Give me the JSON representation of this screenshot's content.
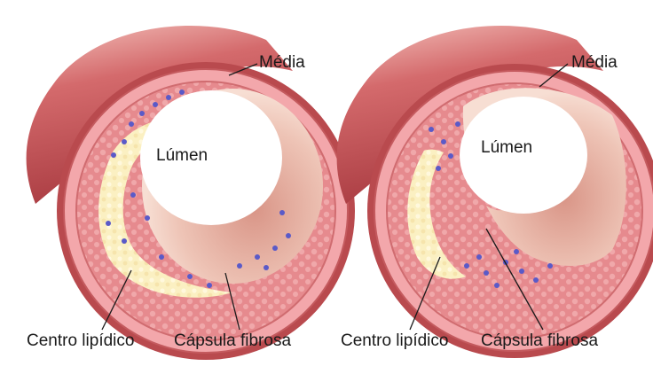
{
  "colors": {
    "outer_wall_dark": "#b8484c",
    "outer_wall_light": "#f1b0ac",
    "media_band": "#f3a7ab",
    "intima_tissue": "#e5878a",
    "lipid_core": "#fbf0c2",
    "lumen_inner_wall": "#e8b5a8",
    "cells": "#5a5ac8"
  },
  "vessel_left": {
    "media_label": "Média",
    "lumen_label": "Lúmen",
    "lipid_core_label": "Centro lipídico",
    "fibrous_cap_label": "Cápsula fibrosa"
  },
  "vessel_right": {
    "media_label": "Média",
    "lumen_label": "Lúmen",
    "lipid_core_label": "Centro lipídico",
    "fibrous_cap_label": "Cápsula fibrosa"
  }
}
